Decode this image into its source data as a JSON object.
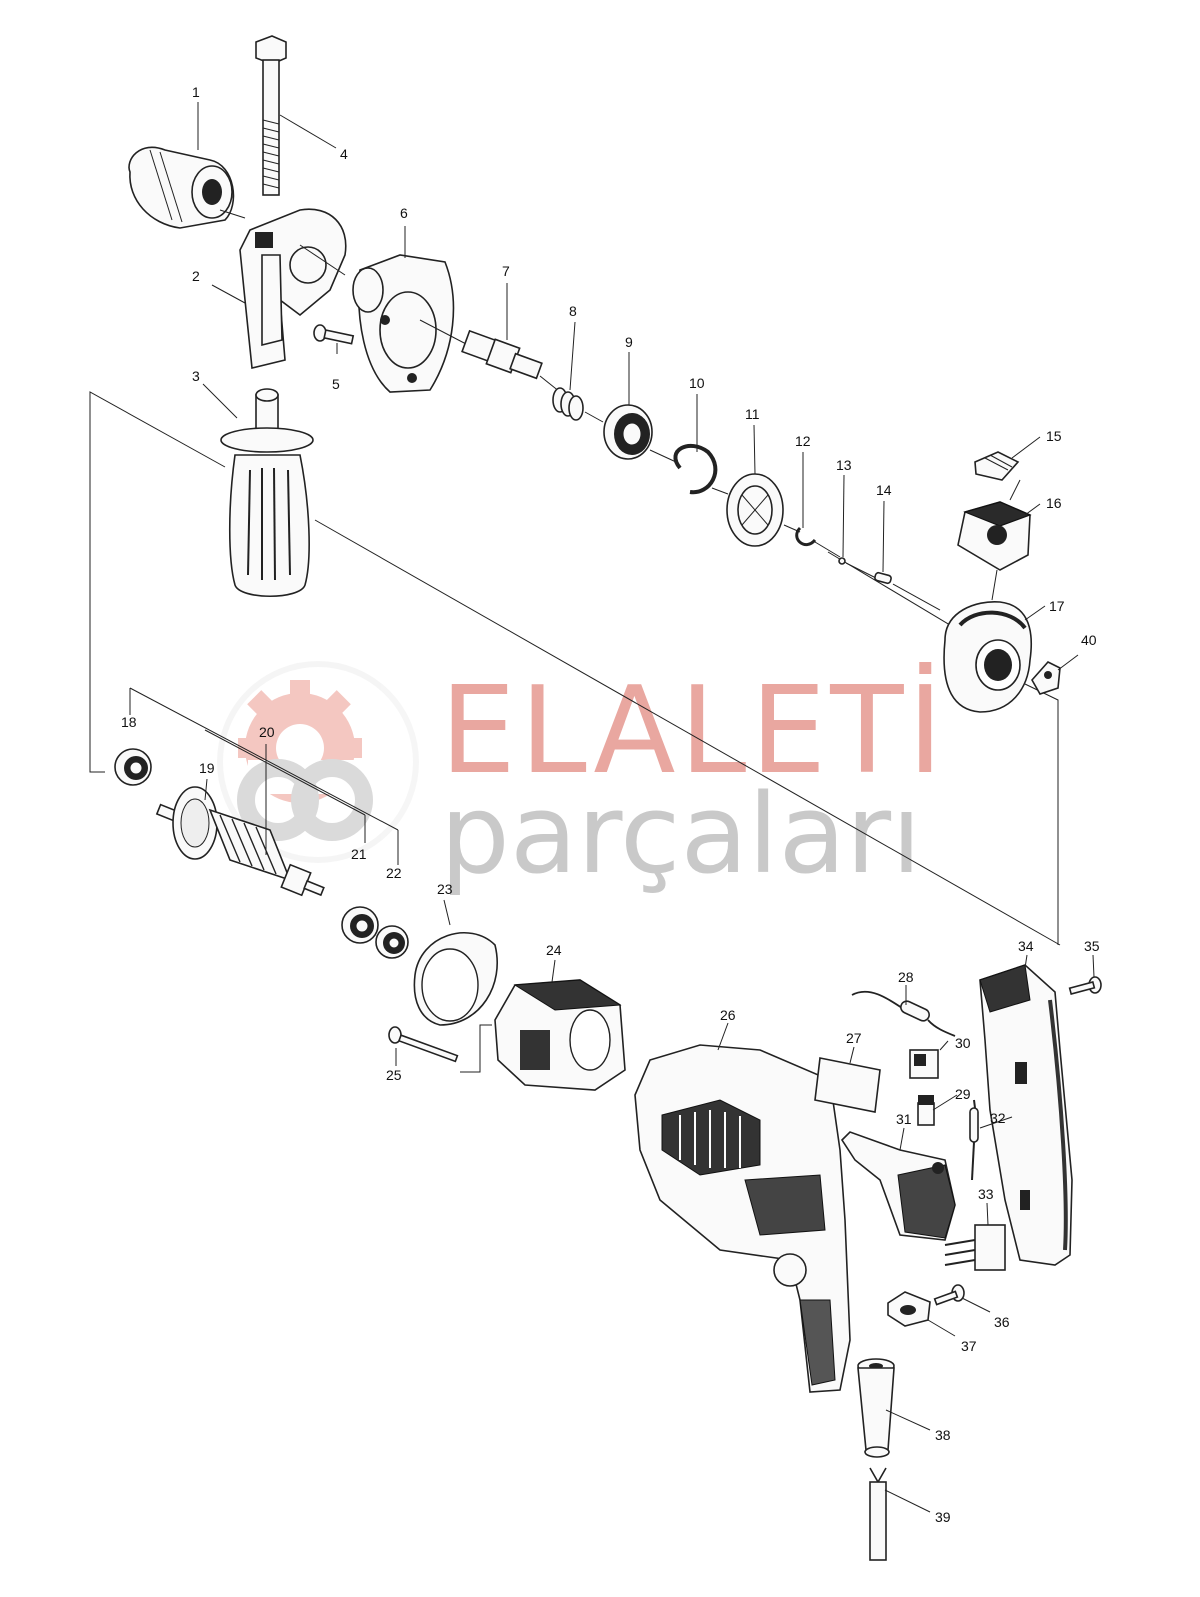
{
  "watermark": {
    "brand": "ELALETİ",
    "sub": "parçaları",
    "colors": {
      "brand": "#e9a7a0",
      "sub": "#c9c9c9"
    }
  },
  "parts": [
    {
      "id": "p1",
      "label": "1",
      "shape": "chuck"
    },
    {
      "id": "p2",
      "label": "2",
      "shape": "gear-housing-handle"
    },
    {
      "id": "p3",
      "label": "3",
      "shape": "side-grip"
    },
    {
      "id": "p4",
      "label": "4",
      "shape": "depth-rod"
    },
    {
      "id": "p5",
      "label": "5",
      "shape": "screw"
    },
    {
      "id": "p6",
      "label": "6",
      "shape": "gear-housing"
    },
    {
      "id": "p7",
      "label": "7",
      "shape": "spindle"
    },
    {
      "id": "p8",
      "label": "8",
      "shape": "spring"
    },
    {
      "id": "p9",
      "label": "9",
      "shape": "ball-bearing"
    },
    {
      "id": "p10",
      "label": "10",
      "shape": "retaining-ring"
    },
    {
      "id": "p11",
      "label": "11",
      "shape": "spur-gear"
    },
    {
      "id": "p12",
      "label": "12",
      "shape": "retaining-ring-small"
    },
    {
      "id": "p13",
      "label": "13",
      "shape": "steel-ball"
    },
    {
      "id": "p14",
      "label": "14",
      "shape": "pin"
    },
    {
      "id": "p15",
      "label": "15",
      "shape": "change-lever"
    },
    {
      "id": "p16",
      "label": "16",
      "shape": "lever-holder"
    },
    {
      "id": "p17",
      "label": "17",
      "shape": "bearing-box"
    },
    {
      "id": "p18",
      "label": "18",
      "shape": "ball-bearing-small"
    },
    {
      "id": "p19",
      "label": "19",
      "shape": "fan"
    },
    {
      "id": "p20",
      "label": "20",
      "shape": "armature"
    },
    {
      "id": "p21",
      "label": "21",
      "shape": "ball-bearing"
    },
    {
      "id": "p22",
      "label": "22",
      "shape": "ball-bearing"
    },
    {
      "id": "p23",
      "label": "23",
      "shape": "baffle-plate"
    },
    {
      "id": "p24",
      "label": "24",
      "shape": "field"
    },
    {
      "id": "p25",
      "label": "25",
      "shape": "long-screw"
    },
    {
      "id": "p26",
      "label": "26",
      "shape": "motor-housing"
    },
    {
      "id": "p27",
      "label": "27",
      "shape": "name-plate"
    },
    {
      "id": "p28",
      "label": "28",
      "shape": "noise-suppressor"
    },
    {
      "id": "p29",
      "label": "29",
      "shape": "brush-holder"
    },
    {
      "id": "p30",
      "label": "30",
      "shape": "brush-holder-cap"
    },
    {
      "id": "p31",
      "label": "31",
      "shape": "switch"
    },
    {
      "id": "p32",
      "label": "32",
      "shape": "lead-wire"
    },
    {
      "id": "p33",
      "label": "33",
      "shape": "terminal"
    },
    {
      "id": "p34",
      "label": "34",
      "shape": "handle-cover"
    },
    {
      "id": "p35",
      "label": "35",
      "shape": "screw"
    },
    {
      "id": "p36",
      "label": "36",
      "shape": "screw"
    },
    {
      "id": "p37",
      "label": "37",
      "shape": "strain-relief"
    },
    {
      "id": "p38",
      "label": "38",
      "shape": "cord-guard"
    },
    {
      "id": "p39",
      "label": "39",
      "shape": "cord"
    },
    {
      "id": "p40",
      "label": "40",
      "shape": "hook"
    }
  ]
}
